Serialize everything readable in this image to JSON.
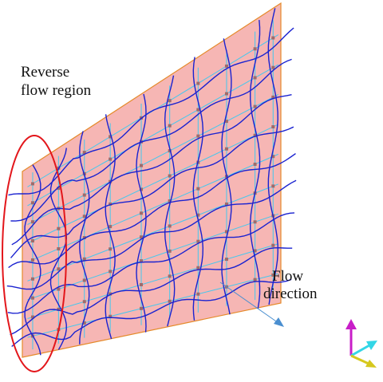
{
  "labels": {
    "reverse_line1": "Reverse",
    "reverse_line2": "flow region",
    "flow_line1": "Flow",
    "flow_line2": "direction"
  },
  "colors": {
    "plane_fill": "#f6b6b4",
    "plane_edge": "#e58a2a",
    "mesh_cyan": "#44c8ee",
    "streamline_blue": "#1a22d0",
    "marker": "#a06a6a",
    "highlight_ellipse": "#e3161b",
    "flow_arrow": "#4a8fd0",
    "triad_magenta": "#c81ec8",
    "triad_cyan": "#33d6e6",
    "triad_yellow": "#d6c81e"
  },
  "icons": [
    "flow-direction-arrow-icon",
    "coordinate-triad-icon"
  ]
}
